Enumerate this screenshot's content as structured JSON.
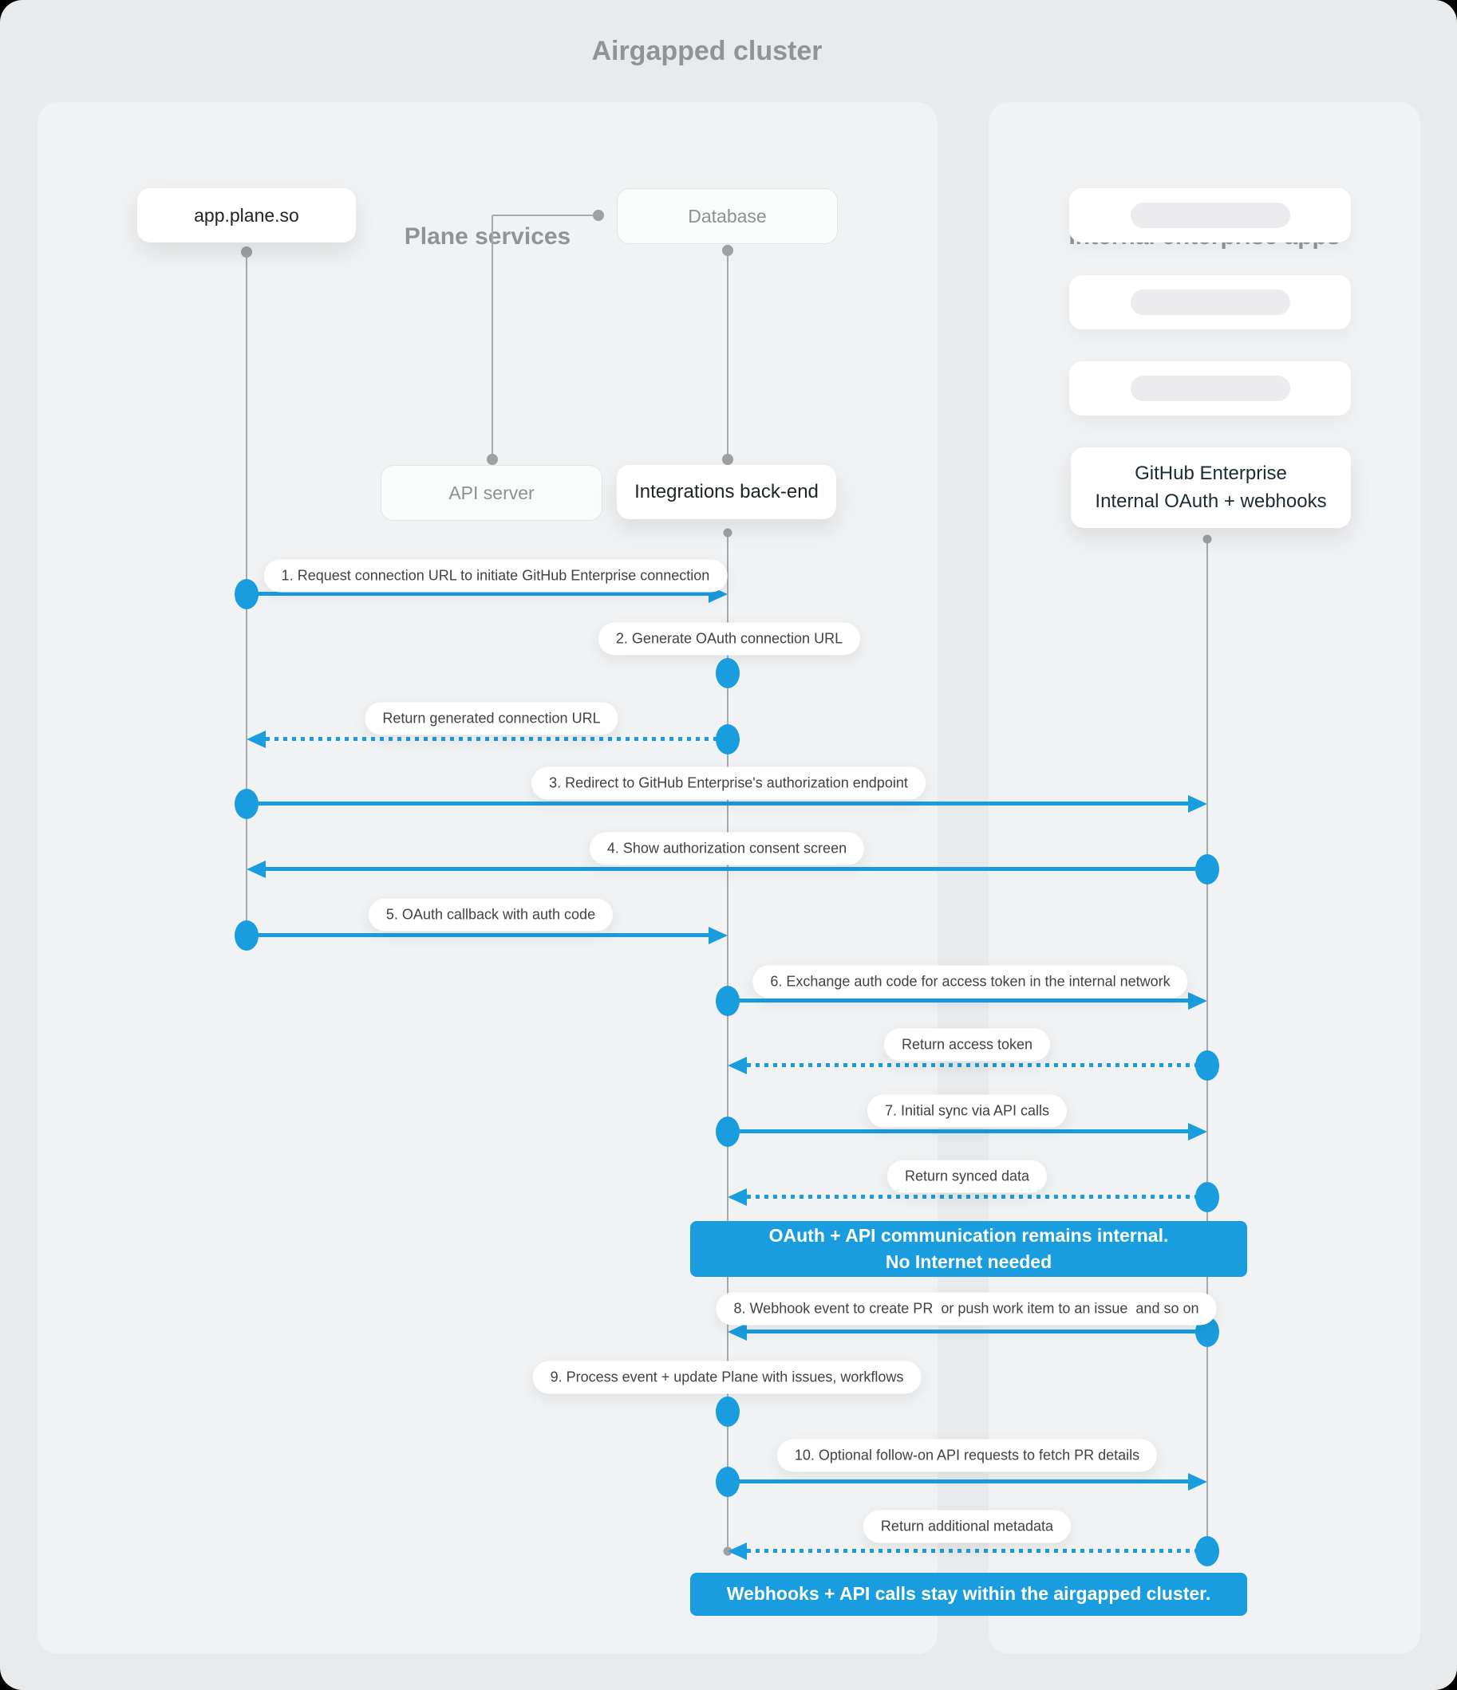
{
  "title": "Airgapped cluster",
  "panels": [
    {
      "title": "Plane services"
    },
    {
      "title": "Internal enterprise apps"
    }
  ],
  "nodes": {
    "app": "app.plane.so",
    "database": "Database",
    "api_server": "API server",
    "integrations": "Integrations back-end",
    "github_line1": "GitHub Enterprise",
    "github_line2": "Internal OAuth + webhooks"
  },
  "messages": [
    {
      "label": "1. Request connection URL to initiate GitHub Enterprise connection",
      "type": "solid",
      "from": "app.plane.so",
      "to": "Integrations back-end"
    },
    {
      "label": "2. Generate OAuth connection URL",
      "type": "self",
      "on": "Integrations back-end"
    },
    {
      "label": "Return generated connection URL",
      "type": "dashed",
      "from": "Integrations back-end",
      "to": "app.plane.so"
    },
    {
      "label": "3. Redirect to GitHub Enterprise's authorization endpoint",
      "type": "solid",
      "from": "app.plane.so",
      "to": "GitHub Enterprise"
    },
    {
      "label": "4. Show authorization consent screen",
      "type": "solid",
      "from": "GitHub Enterprise",
      "to": "app.plane.so"
    },
    {
      "label": "5. OAuth callback with auth code",
      "type": "solid",
      "from": "app.plane.so",
      "to": "Integrations back-end"
    },
    {
      "label": "6. Exchange auth code for access token in the internal network",
      "type": "solid",
      "from": "Integrations back-end",
      "to": "GitHub Enterprise"
    },
    {
      "label": "Return access token",
      "type": "dashed",
      "from": "GitHub Enterprise",
      "to": "Integrations back-end"
    },
    {
      "label": "7. Initial sync via API calls",
      "type": "solid",
      "from": "Integrations back-end",
      "to": "GitHub Enterprise"
    },
    {
      "label": "Return synced data",
      "type": "dashed",
      "from": "GitHub Enterprise",
      "to": "Integrations back-end"
    },
    {
      "label": "8. Webhook event to create PR  or push work item to an issue  and so on",
      "type": "solid",
      "from": "GitHub Enterprise",
      "to": "Integrations back-end"
    },
    {
      "label": "9. Process event + update Plane with issues, workflows",
      "type": "self",
      "on": "Integrations back-end"
    },
    {
      "label": "10. Optional follow-on API requests to fetch PR details",
      "type": "solid",
      "from": "Integrations back-end",
      "to": "GitHub Enterprise"
    },
    {
      "label": "Return additional metadata",
      "type": "dashed",
      "from": "GitHub Enterprise",
      "to": "Integrations back-end"
    }
  ],
  "banners": [
    {
      "line1": "OAuth + API communication remains internal.",
      "line2": "No Internet needed"
    },
    {
      "line1": "Webhooks + API calls stay within the airgapped cluster."
    }
  ],
  "colors": {
    "accent_blue": "#199ddf",
    "lifeline_gray": "#a6aaad",
    "panel_background": "#f1f2f3",
    "page_background": "#e9eaeb"
  }
}
